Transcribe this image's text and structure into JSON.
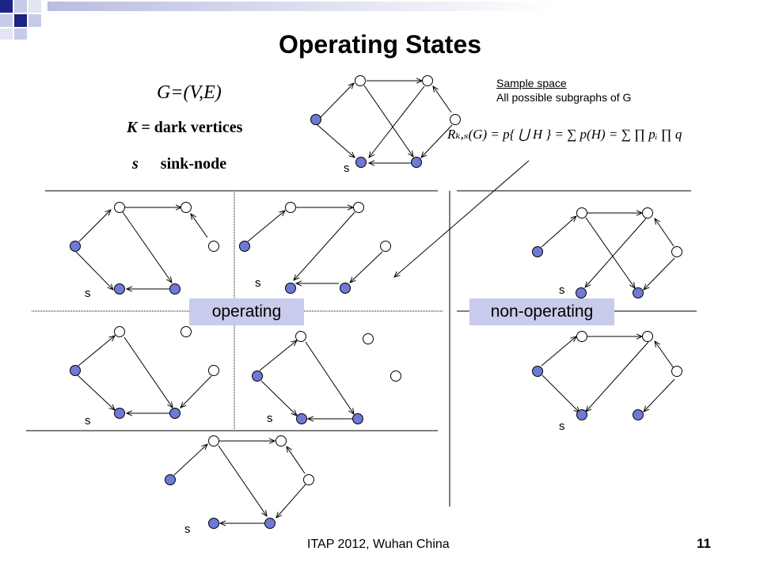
{
  "title": "Operating States",
  "graph_def": "G=(V,E)",
  "k_def": {
    "symbol": "K",
    "text": " = dark vertices"
  },
  "s_def": {
    "symbol": "s",
    "text": "sink-node"
  },
  "sample_space": {
    "heading": "Sample space",
    "line2": "All possible subgraphs of G"
  },
  "formula": "Rₖ,ₛ(G) = p{ ⋃ H } = ∑ p(H) = ∑ ∏ pᵢ ∏ q",
  "labels": {
    "operating": "operating",
    "non_operating": "non-operating"
  },
  "sink_label": "s",
  "footer": "ITAP 2012, Wuhan China",
  "page_number": "11",
  "colors": {
    "dark_vertex": "#6e7ad6",
    "light_vertex": "#ffffff",
    "badge": "#c9cbec"
  }
}
